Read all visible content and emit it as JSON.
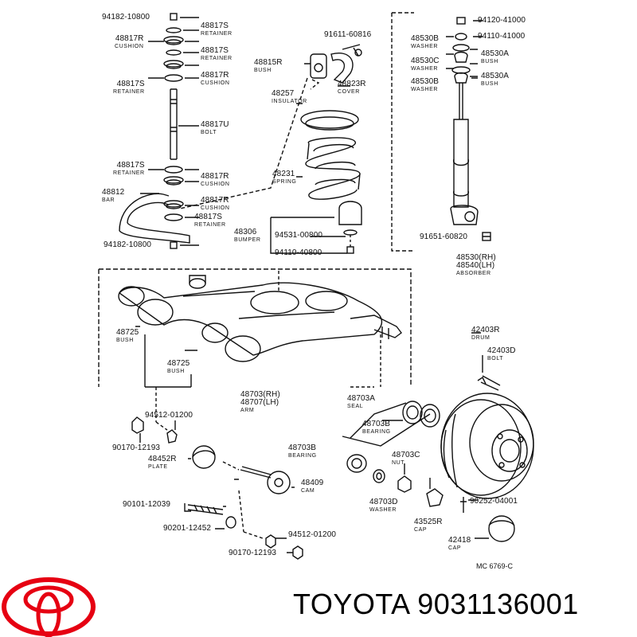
{
  "parts": [
    {
      "id": "p1",
      "number": "94182-10800",
      "name": ""
    },
    {
      "id": "p2",
      "number": "48817S",
      "name": "RETAINER"
    },
    {
      "id": "p3",
      "number": "48817R",
      "name": "CUSHION"
    },
    {
      "id": "p4",
      "number": "48817S",
      "name": "RETAINER"
    },
    {
      "id": "p5",
      "number": "48817R",
      "name": "CUSHION"
    },
    {
      "id": "p6",
      "number": "48817S",
      "name": "RETAINER"
    },
    {
      "id": "p7",
      "number": "48817U",
      "name": "BOLT"
    },
    {
      "id": "p8",
      "number": "48817S",
      "name": "RETAINER"
    },
    {
      "id": "p9",
      "number": "48817R",
      "name": "CUSHION"
    },
    {
      "id": "p10",
      "number": "48812",
      "name": "BAR"
    },
    {
      "id": "p11",
      "number": "48817R",
      "name": "CUSHION"
    },
    {
      "id": "p12",
      "number": "48817S",
      "name": "RETAINER"
    },
    {
      "id": "p13",
      "number": "94182-10800",
      "name": ""
    },
    {
      "id": "p14",
      "number": "91611-60816",
      "name": ""
    },
    {
      "id": "p15",
      "number": "48815R",
      "name": "BUSH"
    },
    {
      "id": "p16",
      "number": "48823R",
      "name": "COVER"
    },
    {
      "id": "p17",
      "number": "48257",
      "name": "INSULATOR"
    },
    {
      "id": "p18",
      "number": "48231",
      "name": "SPRING"
    },
    {
      "id": "p19",
      "number": "48306",
      "name": "BUMPER"
    },
    {
      "id": "p20",
      "number": "94531-00800",
      "name": ""
    },
    {
      "id": "p21",
      "number": "94110-40800",
      "name": ""
    },
    {
      "id": "p22",
      "number": "94120-41000",
      "name": ""
    },
    {
      "id": "p23",
      "number": "94110-41000",
      "name": ""
    },
    {
      "id": "p24",
      "number": "48530B",
      "name": "WASHER"
    },
    {
      "id": "p25",
      "number": "48530C",
      "name": "WASHER"
    },
    {
      "id": "p26",
      "number": "48530A",
      "name": "BUSH"
    },
    {
      "id": "p27",
      "number": "48530B",
      "name": "WASHER"
    },
    {
      "id": "p28",
      "number": "48530A",
      "name": "BUSH"
    },
    {
      "id": "p29",
      "number": "91651-60820",
      "name": ""
    },
    {
      "id": "p30",
      "number": "48530(RH)",
      "name": ""
    },
    {
      "id": "p31",
      "number": "48540(LH)",
      "name": "ABSORBER"
    },
    {
      "id": "p32",
      "number": "48725",
      "name": "BUSH"
    },
    {
      "id": "p33",
      "number": "48725",
      "name": "BUSH"
    },
    {
      "id": "p34",
      "number": "48703(RH)",
      "name": ""
    },
    {
      "id": "p35",
      "number": "48707(LH)",
      "name": "ARM"
    },
    {
      "id": "p36",
      "number": "48703A",
      "name": "SEAL"
    },
    {
      "id": "p37",
      "number": "48703B",
      "name": "BEARING"
    },
    {
      "id": "p38",
      "number": "42403R",
      "name": "DRUM"
    },
    {
      "id": "p39",
      "number": "42403D",
      "name": "BOLT"
    },
    {
      "id": "p40",
      "number": "94512-01200",
      "name": ""
    },
    {
      "id": "p41",
      "number": "90170-12193",
      "name": ""
    },
    {
      "id": "p42",
      "number": "48452R",
      "name": "PLATE"
    },
    {
      "id": "p43",
      "number": "48703B",
      "name": "BEARING"
    },
    {
      "id": "p44",
      "number": "48703C",
      "name": "NUT"
    },
    {
      "id": "p45",
      "number": "48409",
      "name": "CAM"
    },
    {
      "id": "p46",
      "number": "48703D",
      "name": "WASHER"
    },
    {
      "id": "p47",
      "number": "90101-12039",
      "name": ""
    },
    {
      "id": "p48",
      "number": "90252-04001",
      "name": ""
    },
    {
      "id": "p49",
      "number": "43525R",
      "name": "CAP"
    },
    {
      "id": "p50",
      "number": "90201-12452",
      "name": ""
    },
    {
      "id": "p51",
      "number": "94512-01200",
      "name": ""
    },
    {
      "id": "p52",
      "number": "42418",
      "name": "CAP"
    },
    {
      "id": "p53",
      "number": "90170-12193",
      "name": ""
    }
  ],
  "diagram_code": "MC  6769-C",
  "brand": {
    "logo_icon": "toyota-logo-icon",
    "logo_color": "#E60012",
    "text": "TOYOTA 9031136001"
  }
}
